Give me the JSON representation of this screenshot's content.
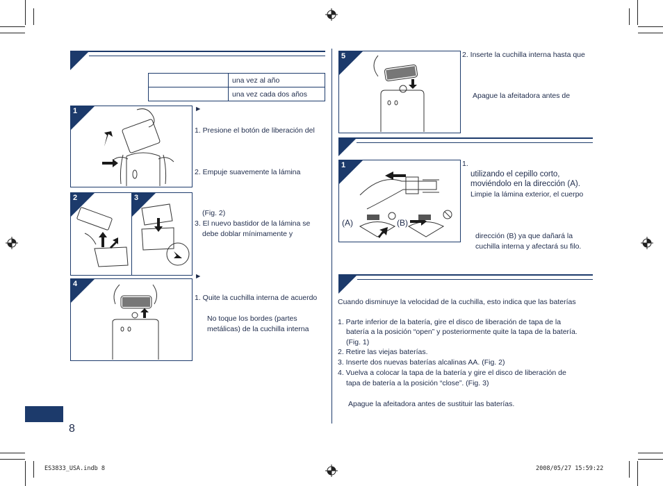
{
  "table": {
    "rows": [
      {
        "label": "",
        "value": "una vez al año"
      },
      {
        "label": "",
        "value": "una vez cada dos años"
      }
    ]
  },
  "figures": {
    "f1": "1",
    "f2": "2",
    "f3": "3",
    "f4": "4",
    "f5": "5",
    "g1": "1",
    "label_a": "(A)",
    "label_b": "(B)"
  },
  "left_column": {
    "arrow_1": "►",
    "step1": "1. Presione el botón de liberación del",
    "step2": "2. Empuje suavemente la lámina",
    "fig2_ref": "(Fig. 2)",
    "step3_line1": "3. El nuevo bastidor de la lámina se",
    "step3_line2": "debe doblar mínimamente y",
    "arrow_2": "►",
    "step_blade": "1. Quite la cuchilla interna de acuerdo",
    "caution_line1": "No toque los bordes (partes",
    "caution_line2": "metálicas) de la cuchilla interna"
  },
  "right_column": {
    "step2_insert": "2. Inserte la cuchilla interna hasta que",
    "caution_off": "Apague la afeitadora antes de",
    "clean_num": "1.",
    "clean_line1": "utilizando el cepillo corto,",
    "clean_line2": "moviéndolo en la dirección (A).",
    "clean_line3": "Limpie la lámina exterior, el cuerpo",
    "warn_line1": "dirección (B) ya que dañará la",
    "warn_line2": "cuchilla interna y afectará su filo.",
    "battery_intro": "Cuando disminuye la velocidad de la cuchilla, esto indica que las baterías",
    "b1_line1": "1. Parte inferior de la batería, gire el disco de liberación de tapa de la",
    "b1_line2": "batería a la posición “open” y posteriormente quite la tapa de la batería.",
    "b1_line3": "(Fig. 1)",
    "b2": "2. Retire las viejas baterías.",
    "b3": "3. Inserte dos nuevas baterías alcalinas AA. (Fig. 2)",
    "b4_line1": "4. Vuelva a colocar la tapa de la batería y gire el disco de liberación de",
    "b4_line2": "tapa de batería a la posición “close”. (Fig. 3)",
    "battery_caution": "Apague la afeitadora antes de sustituir las baterías."
  },
  "page_number": "8",
  "footer": {
    "file": "ES3833_USA.indb   8",
    "date": "2008/05/27   15:59:22"
  },
  "colors": {
    "accent": "#1c3a6b",
    "text": "#1d2a4a"
  }
}
